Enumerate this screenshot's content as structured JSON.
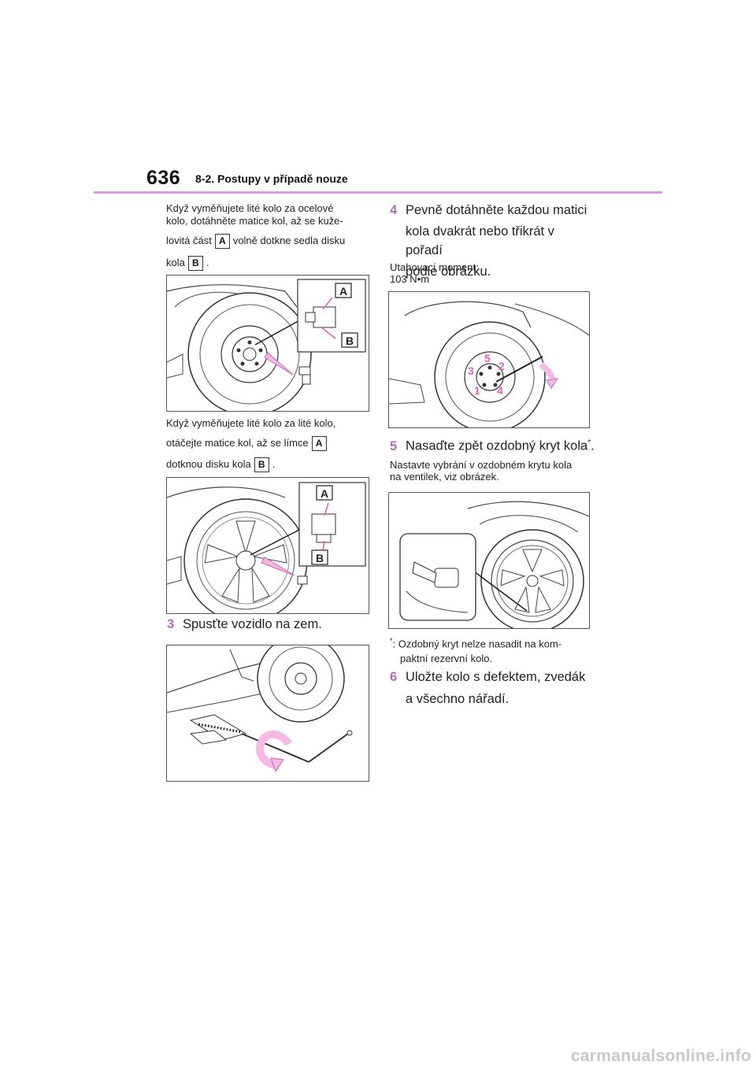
{
  "header": {
    "page_number": "636",
    "section": "8-2. Postupy v případě nouze"
  },
  "left": {
    "para1_line1": "Když vyměňujete lité kolo za ocelové",
    "para1_line2": "kolo, dotáhněte matice kol, až se kuže-",
    "para1_line3_pre": "lovitá část",
    "para1_line3_post": "volně dotkne sedla disku",
    "para1_line4_pre": "kola",
    "para1_line4_post": ".",
    "para2_line1": "Když vyměňujete lité kolo za lité kolo,",
    "para2_line2_pre": "otáčejte matice kol, až se límce",
    "para2_line3_pre": "dotknou disku kola",
    "para2_line3_post": ".",
    "step3_num": "3",
    "step3_text": "Spusťte vozidlo na zem."
  },
  "right": {
    "step4_num": "4",
    "step4_line1": "Pevně dotáhněte každou matici",
    "step4_line2": "kola dvakrát nebo třikrát v pořadí",
    "step4_line3": "podle obrázku.",
    "torque_label": "Utahovací moment:",
    "torque_value": "103 N•m",
    "step5_num": "5",
    "step5_text": "Nasaďte zpět ozdobný kryt kola",
    "step5_mark": "*",
    "step5_end": ".",
    "note1_line1": "Nastavte vybrání v ozdobném krytu kola",
    "note1_line2": "na ventilek, viz obrázek.",
    "footnote_mark": "*",
    "footnote_line1": ": Ozdobný kryt nelze nasadit na kom-",
    "footnote_line2": "paktní rezervní kolo.",
    "step6_num": "6",
    "step6_line1": "Uložte kolo s defektem, zvedák",
    "step6_line2": "a všechno nářadí."
  },
  "labels": {
    "a": "A",
    "b": "B"
  },
  "figure_labels": {
    "order": [
      "1",
      "2",
      "3",
      "4",
      "5"
    ]
  },
  "watermark": "carmanualsonline.info",
  "colors": {
    "accent": "#d59be0",
    "step_number": "#c0c0c0",
    "pink_callout": "#e05fc0",
    "pink_arrow_fill": "#f4b9e4"
  }
}
